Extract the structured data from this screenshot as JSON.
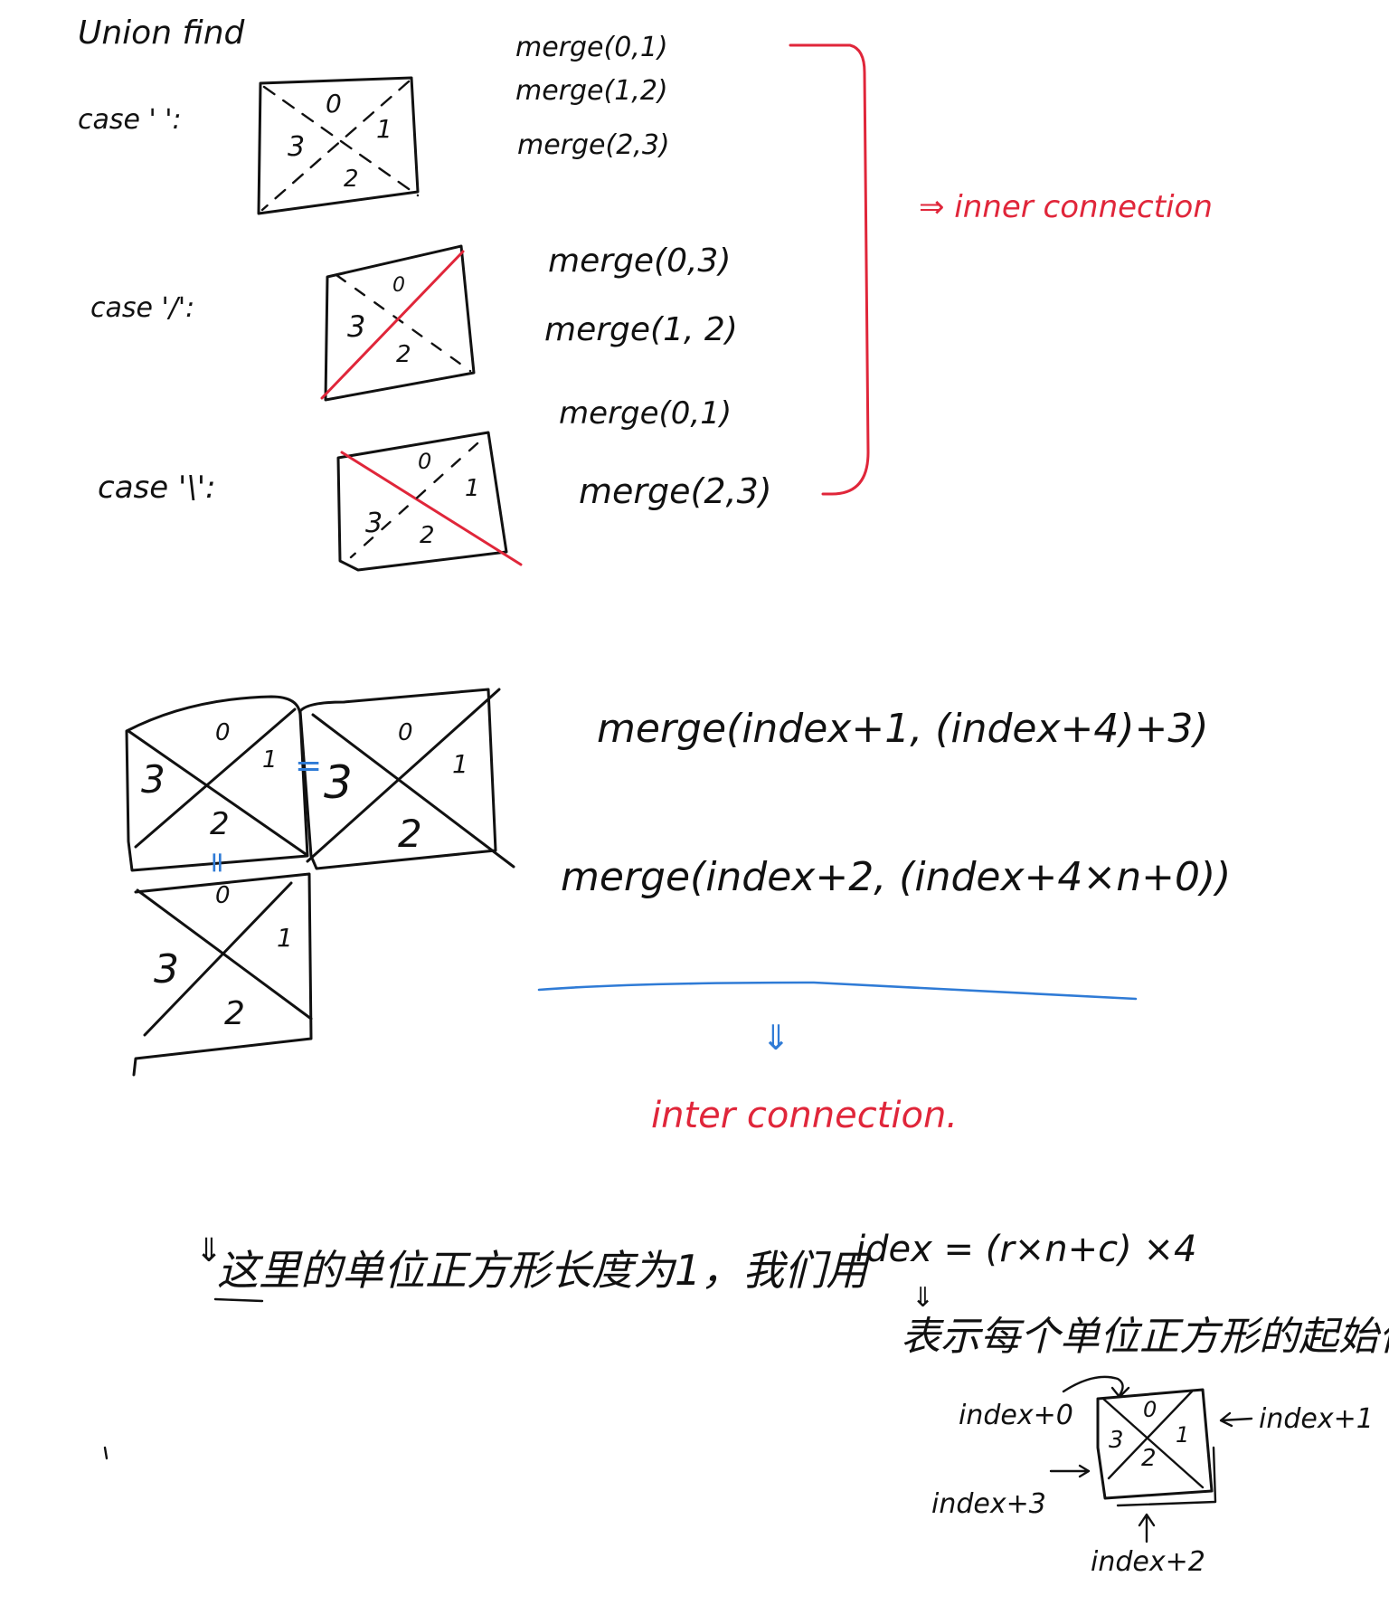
{
  "title": "Union find",
  "cases": [
    {
      "label": "case ' ':",
      "quadrants": [
        "0",
        "1",
        "2",
        "3"
      ],
      "merges": [
        "merge(0,1)",
        "merge(1,2)",
        "merge(2,3)"
      ]
    },
    {
      "label": "case '/':",
      "quadrants": [
        "0",
        "",
        "2",
        "3"
      ],
      "merges": [
        "merge(0,3)",
        "merge(1, 2)"
      ]
    },
    {
      "label": "case '\\':",
      "quadrants": [
        "0",
        "1",
        "2",
        "3"
      ],
      "merges": [
        "merge(0,1)",
        "merge(2,3)"
      ]
    }
  ],
  "inner_connection_label": "⇒ inner   connection",
  "inter_grid": {
    "cells": [
      {
        "quadrants": [
          "0",
          "1",
          "2",
          "3"
        ]
      },
      {
        "quadrants": [
          "0",
          "1",
          "2",
          "3"
        ]
      },
      {
        "quadrants": [
          "0",
          "1",
          "2",
          "3"
        ]
      }
    ],
    "equal_marks": [
      "=",
      "="
    ],
    "merges": [
      "merge(index+1, (index+4)+3)",
      "merge(index+2, (index+4×n+0))"
    ]
  },
  "arrow_mark": "⇓",
  "inter_connection_label": "inter   connection.",
  "note": {
    "arrow": "⇓",
    "text": "这里的单位正方形长度为1，我们用",
    "formula": "idex = (r×n+c) ×4",
    "sub_arrow": "⇓",
    "sub_text": "表示每个单位正方形的起始位置"
  },
  "index_diagram": {
    "quadrants": [
      "0",
      "1",
      "2",
      "3"
    ],
    "labels": {
      "index0": "index+0",
      "index1": "index+1",
      "index2": "index+2",
      "index3": "index+3"
    }
  }
}
